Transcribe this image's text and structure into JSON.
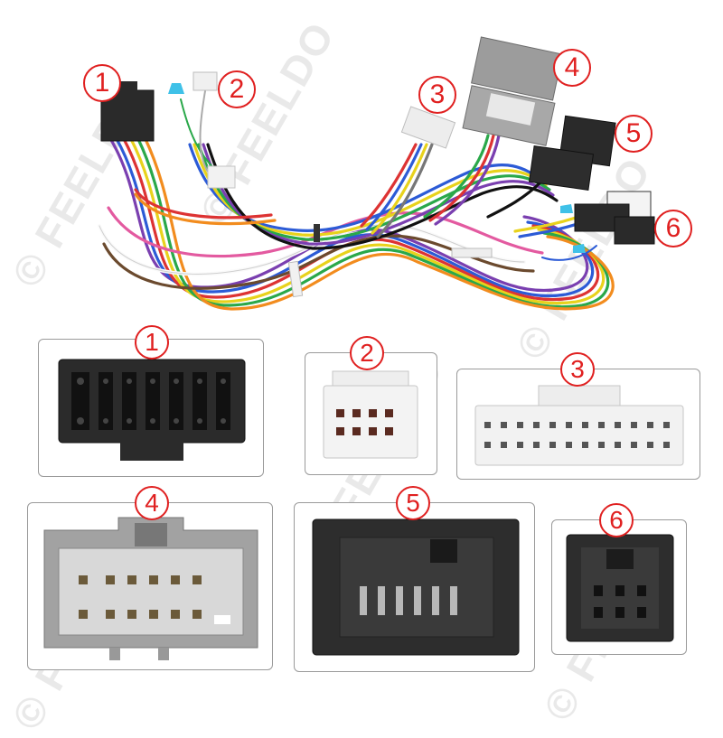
{
  "watermark": {
    "brand": "FEELDO",
    "copyright_symbol": "©"
  },
  "harness_labels": [
    "1",
    "2",
    "3",
    "4",
    "5",
    "6"
  ],
  "connector_panels": [
    {
      "label": "1"
    },
    {
      "label": "2"
    },
    {
      "label": "3"
    },
    {
      "label": "4"
    },
    {
      "label": "5"
    },
    {
      "label": "6"
    }
  ],
  "colors": {
    "badge_red": "#e02020",
    "panel_border": "#9a9a9a",
    "connector_black": "#2a2a2a",
    "connector_gray": "#9c9c9c",
    "connector_white": "#ededed"
  }
}
